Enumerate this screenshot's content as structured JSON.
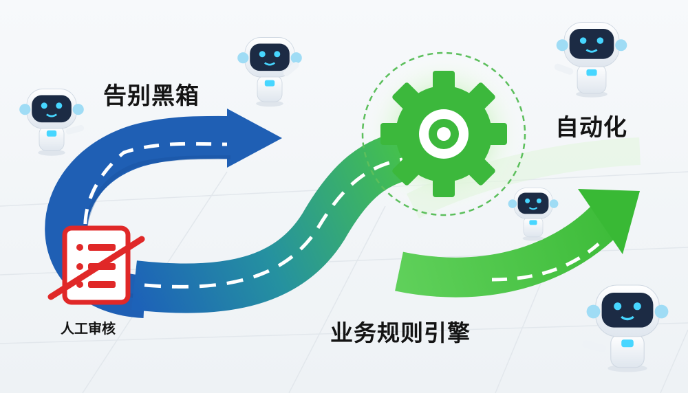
{
  "labels": {
    "farewell_black_box": "告别黑箱",
    "automation": "自动化",
    "business_rules_engine": "业务规则引擎",
    "manual_review": "人工审核"
  },
  "colors": {
    "blue_arrow": "#1f5fb4",
    "green_arrow": "#3cc13c",
    "gear": "#3cb83c",
    "no_sign": "#e02828",
    "robot_face": "#1c2b44",
    "robot_eyes": "#47d6ff"
  },
  "icons": [
    "gear-icon",
    "document-icon",
    "no-entry-slash-icon",
    "robot-icon"
  ]
}
